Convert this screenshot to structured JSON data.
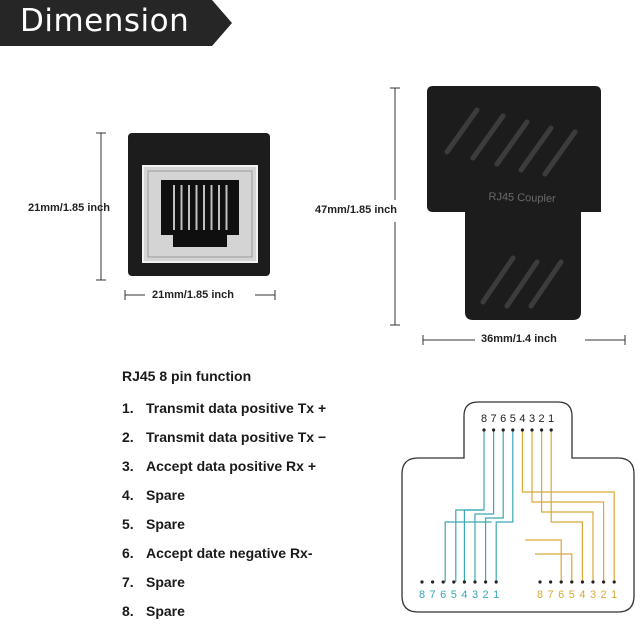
{
  "banner": {
    "title": "Dimension"
  },
  "dimensions": {
    "jack_height": "21mm/1.85 inch",
    "jack_width": "21mm/1.85 inch",
    "coupler_height": "47mm/1.85 inch",
    "coupler_width": "36mm/1.4 inch"
  },
  "product": {
    "label": "RJ45 Coupler"
  },
  "pins": {
    "title": "RJ45 8 pin function",
    "items": [
      {
        "num": "1.",
        "text": "Transmit data positive  Tx +"
      },
      {
        "num": "2.",
        "text": "Transmit data positive  Tx −"
      },
      {
        "num": "3.",
        "text": "Accept data positive Rx +"
      },
      {
        "num": "4.",
        "text": "Spare"
      },
      {
        "num": "5.",
        "text": "Spare"
      },
      {
        "num": "6.",
        "text": "Accept date negative Rx-"
      },
      {
        "num": "7.",
        "text": "Spare"
      },
      {
        "num": "8.",
        "text": "Spare"
      }
    ]
  },
  "wiring": {
    "top_numbers": [
      "8",
      "7",
      "6",
      "5",
      "4",
      "3",
      "2",
      "1"
    ],
    "bottom_left_numbers": [
      "8",
      "7",
      "6",
      "5",
      "4",
      "3",
      "2",
      "1"
    ],
    "bottom_right_numbers": [
      "8",
      "7",
      "6",
      "5",
      "4",
      "3",
      "2",
      "1"
    ],
    "colors": {
      "left_port": "#3aa9b5",
      "right_port": "#d9a93a"
    }
  },
  "colors": {
    "banner": "#262626",
    "device": "#1c1c1c"
  }
}
